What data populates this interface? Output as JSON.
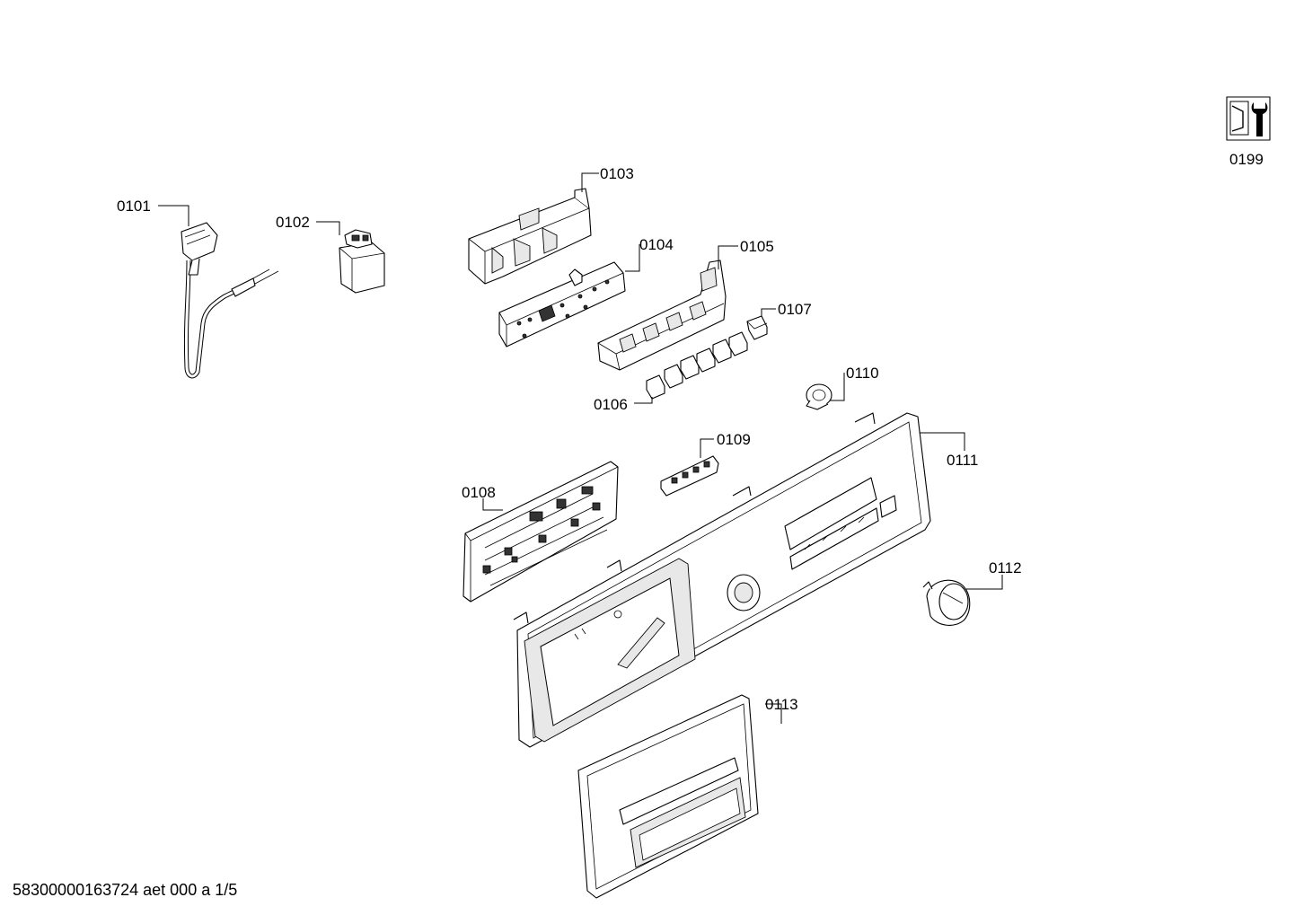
{
  "document_id": "58300000163724 aet 000 a 1/5",
  "service_icon": "service-wrench-icon",
  "parts": [
    {
      "id": "0101",
      "desc_icon": "power-cord"
    },
    {
      "id": "0102",
      "desc_icon": "interference-filter"
    },
    {
      "id": "0103",
      "desc_icon": "module-holder"
    },
    {
      "id": "0104",
      "desc_icon": "circuit-board"
    },
    {
      "id": "0105",
      "desc_icon": "button-frame"
    },
    {
      "id": "0106",
      "desc_icon": "push-buttons"
    },
    {
      "id": "0107",
      "desc_icon": "push-button"
    },
    {
      "id": "0108",
      "desc_icon": "control-module"
    },
    {
      "id": "0109",
      "desc_icon": "light-guide"
    },
    {
      "id": "0110",
      "desc_icon": "knob-shaft"
    },
    {
      "id": "0111",
      "desc_icon": "facia-panel"
    },
    {
      "id": "0112",
      "desc_icon": "selector-knob"
    },
    {
      "id": "0113",
      "desc_icon": "dispenser-handle"
    },
    {
      "id": "0199",
      "desc_icon": "service-wrench-icon"
    }
  ]
}
